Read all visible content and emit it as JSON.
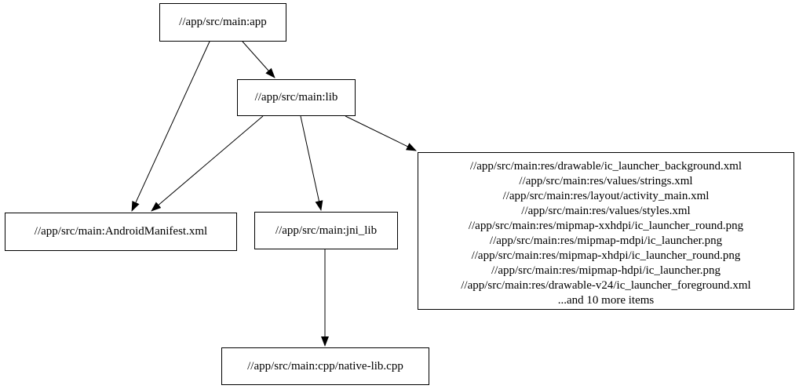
{
  "diagram": {
    "type": "dependency-graph",
    "colors": {
      "background": "#ffffff",
      "node_border": "#000000",
      "text": "#000000",
      "edge": "#000000"
    },
    "nodes": {
      "app": {
        "label": "//app/src/main:app"
      },
      "lib": {
        "label": "//app/src/main:lib"
      },
      "manifest": {
        "label": "//app/src/main:AndroidManifest.xml"
      },
      "jni_lib": {
        "label": "//app/src/main:jni_lib"
      },
      "native_cpp": {
        "label": "//app/src/main:cpp/native-lib.cpp"
      },
      "res_group": {
        "lines": [
          "//app/src/main:res/drawable/ic_launcher_background.xml",
          "//app/src/main:res/values/strings.xml",
          "//app/src/main:res/layout/activity_main.xml",
          "//app/src/main:res/values/styles.xml",
          "//app/src/main:res/mipmap-xxhdpi/ic_launcher_round.png",
          "//app/src/main:res/mipmap-mdpi/ic_launcher.png",
          "//app/src/main:res/mipmap-xhdpi/ic_launcher_round.png",
          "//app/src/main:res/mipmap-hdpi/ic_launcher.png",
          "//app/src/main:res/drawable-v24/ic_launcher_foreground.xml",
          "...and 10 more items"
        ]
      }
    },
    "edges": [
      {
        "from": "app",
        "to": "manifest"
      },
      {
        "from": "app",
        "to": "lib"
      },
      {
        "from": "lib",
        "to": "manifest"
      },
      {
        "from": "lib",
        "to": "jni_lib"
      },
      {
        "from": "lib",
        "to": "res_group"
      },
      {
        "from": "jni_lib",
        "to": "native_cpp"
      }
    ]
  }
}
